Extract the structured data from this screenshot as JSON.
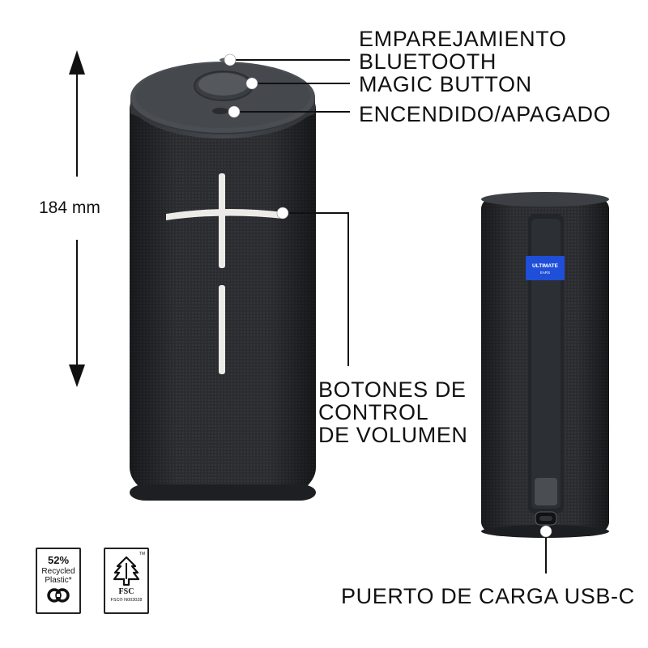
{
  "labels": {
    "bluetooth_pairing": [
      "EMPAREJAMIENTO",
      "BLUETOOTH"
    ],
    "magic_button": "MAGIC BUTTON",
    "power": "ENCENDIDO/APAGADO",
    "volume_controls": [
      "BOTONES DE",
      "CONTROL",
      "DE VOLUMEN"
    ],
    "usb_c_port": "PUERTO DE CARGA USB-C"
  },
  "dimension": {
    "height_label": "184 mm"
  },
  "brand_tag": [
    "ULTIMATE",
    "EARS"
  ],
  "badges": {
    "recycled": {
      "percent": "52%",
      "line1": "Recycled",
      "line2": "Plastic*"
    },
    "fsc": {
      "logo": "FSC",
      "tm": "TM",
      "code": "FSC® N003028"
    }
  },
  "colors": {
    "speaker_body": "#2b2d30",
    "speaker_cap": "#3e4145",
    "controls": "#ecebe7",
    "brand_tag": "#1f4fd8",
    "text": "#111111"
  }
}
